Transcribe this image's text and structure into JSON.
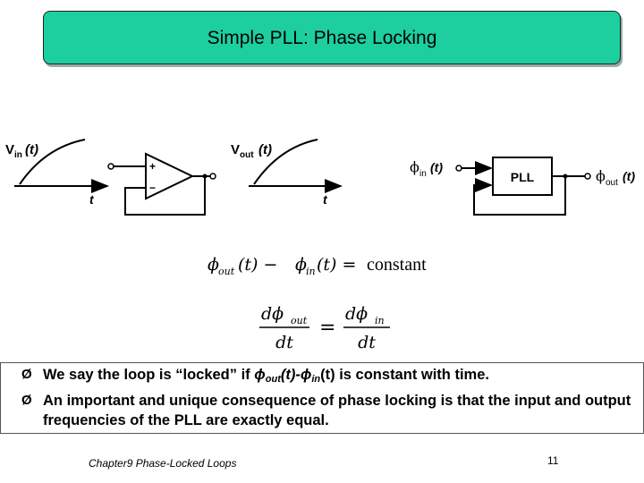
{
  "slide": {
    "title": "Simple PLL: Phase Locking",
    "footer": "Chapter9 Phase-Locked Loops",
    "page_number": "11"
  },
  "diagram": {
    "vin_label": "V",
    "vin_sub": "in",
    "vin_arg": "(t)",
    "vout_label": "V",
    "vout_sub": "out",
    "vout_arg": "(t)",
    "time_axis_1": "t",
    "time_axis_2": "t",
    "plus": "+",
    "minus": "−",
    "phi_in_label": "ϕ",
    "phi_in_sub": "in",
    "phi_in_arg": "(t)",
    "pll_block": "PLL",
    "phi_out_label": "ϕ",
    "phi_out_sub": "out",
    "phi_out_arg": "(t)"
  },
  "equations": {
    "eq1_lhs_1": "ϕ",
    "eq1_lhs_1_sub": "out",
    "eq1_lhs_1_arg": "(t) − ",
    "eq1_lhs_2": "ϕ",
    "eq1_lhs_2_sub": "in",
    "eq1_lhs_2_arg": "(t) = ",
    "eq1_rhs": "constant",
    "eq2_num_l": "dϕ",
    "eq2_num_l_sub": "out",
    "eq2_den_l": "dt",
    "eq2_eq": "=",
    "eq2_num_r": "dϕ",
    "eq2_num_r_sub": "in",
    "eq2_den_r": "dt"
  },
  "bullets": [
    {
      "text_a": "We say the loop is “locked” if ",
      "phi1": "ϕ",
      "sub1": "out",
      "mid": "(t)-",
      "phi2": "ϕ",
      "sub2": "in",
      "text_b": "(t) is constant with time."
    },
    {
      "text": "An important and unique consequence of phase locking is that the input and output frequencies of the PLL are exactly equal."
    }
  ],
  "bullet_glyph": "Ø"
}
